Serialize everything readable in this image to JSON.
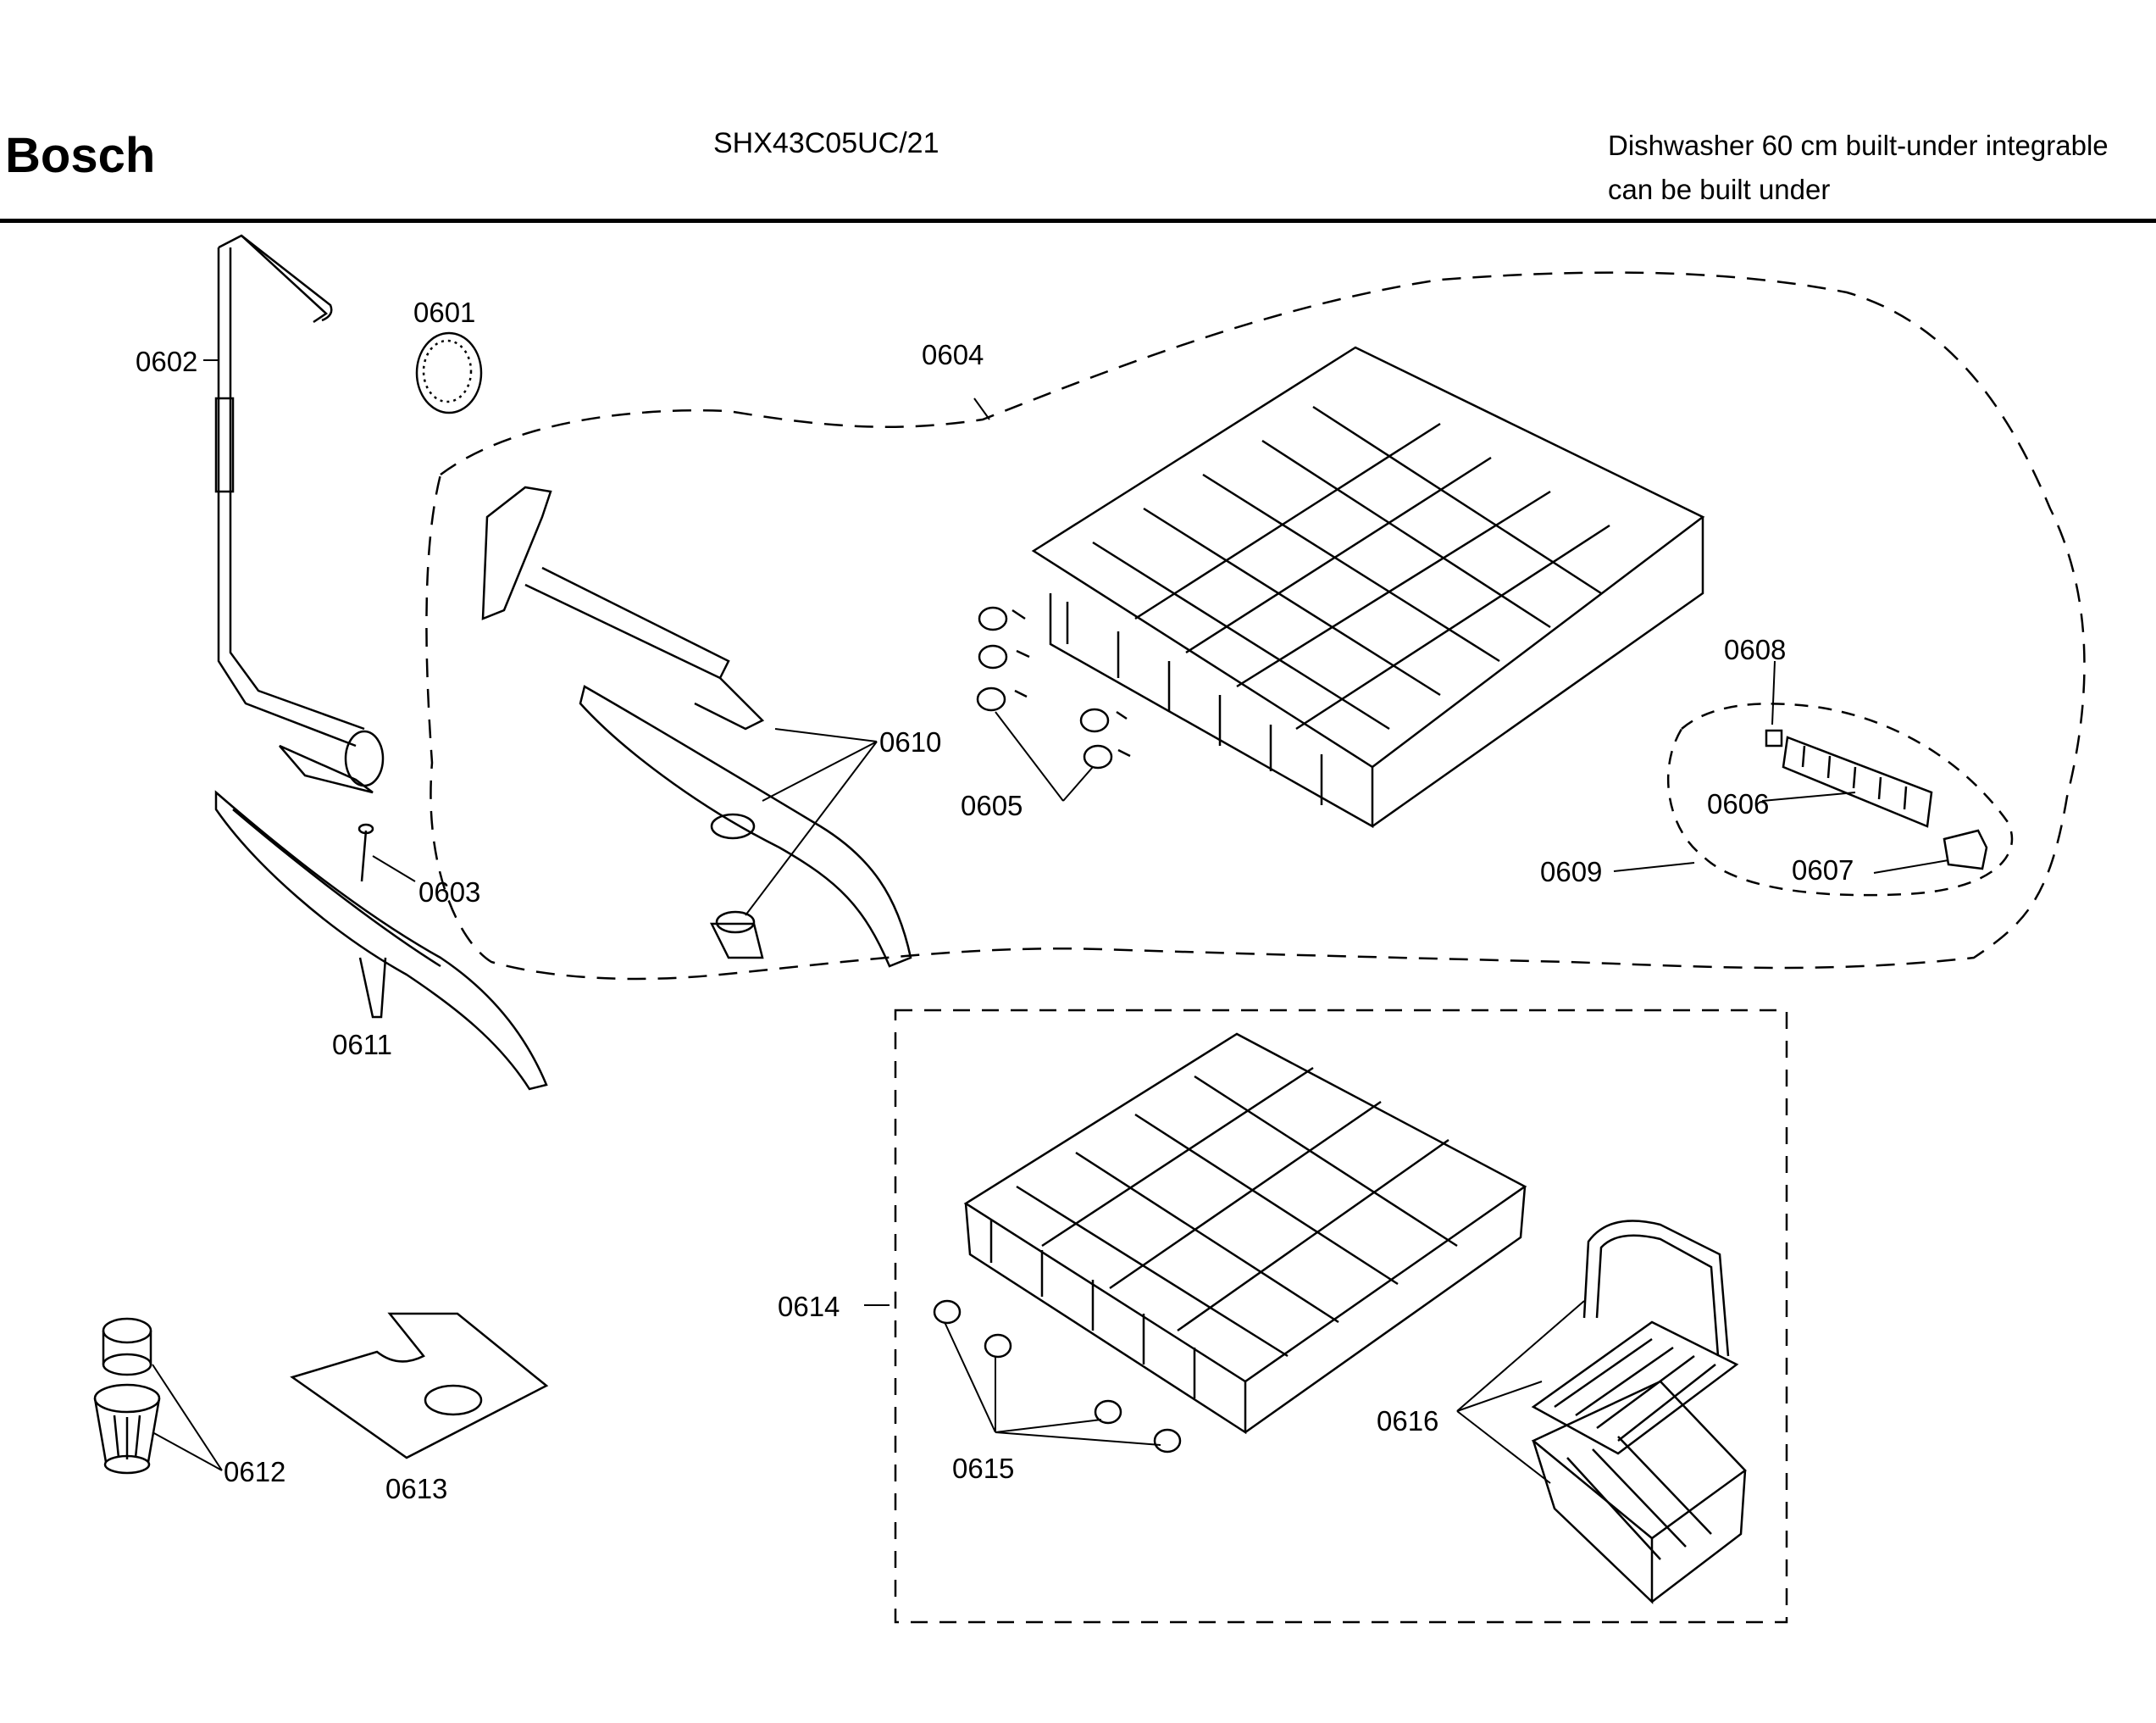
{
  "header": {
    "brand": "Bosch",
    "model": "SHX43C05UC/21",
    "description_line1": "Dishwasher 60 cm built-under integrable",
    "description_line2": "can be built under"
  },
  "parts": {
    "p0601": "0601",
    "p0602": "0602",
    "p0603": "0603",
    "p0604": "0604",
    "p0605": "0605",
    "p0606": "0606",
    "p0607": "0607",
    "p0608": "0608",
    "p0609": "0609",
    "p0610": "0610",
    "p0611": "0611",
    "p0612": "0612",
    "p0613": "0613",
    "p0614": "0614",
    "p0615": "0615",
    "p0616": "0616"
  }
}
